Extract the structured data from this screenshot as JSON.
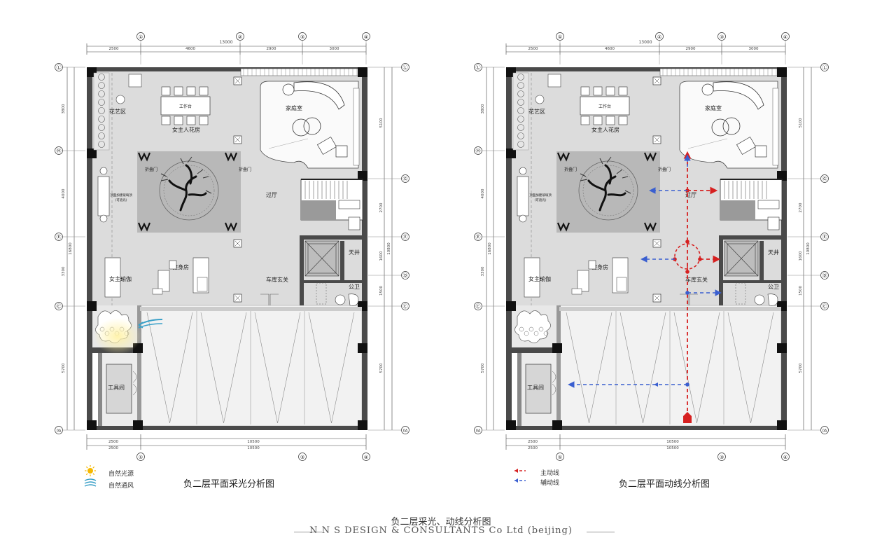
{
  "plans": [
    {
      "caption": "负二层平面采光分析图",
      "legend": [
        {
          "icon": "sun-icon",
          "label": "自然光源"
        },
        {
          "icon": "wind-icon",
          "label": "自然通风"
        }
      ]
    },
    {
      "caption": "负二层平面动线分析图",
      "legend": [
        {
          "icon": "main-flow-arrow-icon",
          "label": "主动线",
          "color": "#d62020"
        },
        {
          "icon": "aux-flow-arrow-icon",
          "label": "辅动线",
          "color": "#3a5fd0"
        }
      ]
    }
  ],
  "grid_labels": {
    "top": [
      "①",
      "②",
      "③",
      "④"
    ],
    "bottom": [
      "①",
      "③",
      "④"
    ],
    "left": [
      "Ⓛ",
      "Ⓗ",
      "Ⓔ",
      "Ⓒ",
      "0A"
    ],
    "right": [
      "Ⓛ",
      "Ⓖ",
      "Ⓔ",
      "Ⓓ",
      "Ⓒ",
      "0A"
    ]
  },
  "dimensions": {
    "top_total": "13000",
    "top_segments": [
      "2500",
      "4600",
      "2900",
      "3000"
    ],
    "bottom_total": "10500",
    "bottom_segments": [
      "2500",
      "10500"
    ],
    "left_total": "16800",
    "left_segments": [
      "3800",
      "4000",
      "3300",
      "5700"
    ],
    "right_total": "10800",
    "right_segments": [
      "5100",
      "2700",
      "1600",
      "1500",
      "5700"
    ]
  },
  "rooms": {
    "flower_zone": "花艺区",
    "workbench": "工作台",
    "hostess_flower_room": "女主人花房",
    "family_room": "家庭室",
    "folding_door_left": "折叠门",
    "folding_door_right": "折叠门",
    "hall": "过厅",
    "gym": "健身房",
    "garage_entry": "车库玄关",
    "skylight_shaft": "天井",
    "public_wc": "公卫",
    "hostess_yoga": "女主瑜伽",
    "tool_room": "工具间",
    "ceiling_note": "顶面加建玻璃顶",
    "ceiling_note_sub": "(可遮光)"
  },
  "footer": {
    "title": "负二层采光、动线分析图",
    "company": "N N S DESIGN & CONSULTANTS Co Ltd (beijing)"
  },
  "colors": {
    "wall": "#4a4a4a",
    "floor": "#dcdcdc",
    "carpet": "#b8b8b8",
    "garage": "#f2f2f2",
    "main_flow": "#d62020",
    "aux_flow": "#3a5fd0",
    "sun": "#f5b800",
    "wind": "#3aa0c8"
  }
}
